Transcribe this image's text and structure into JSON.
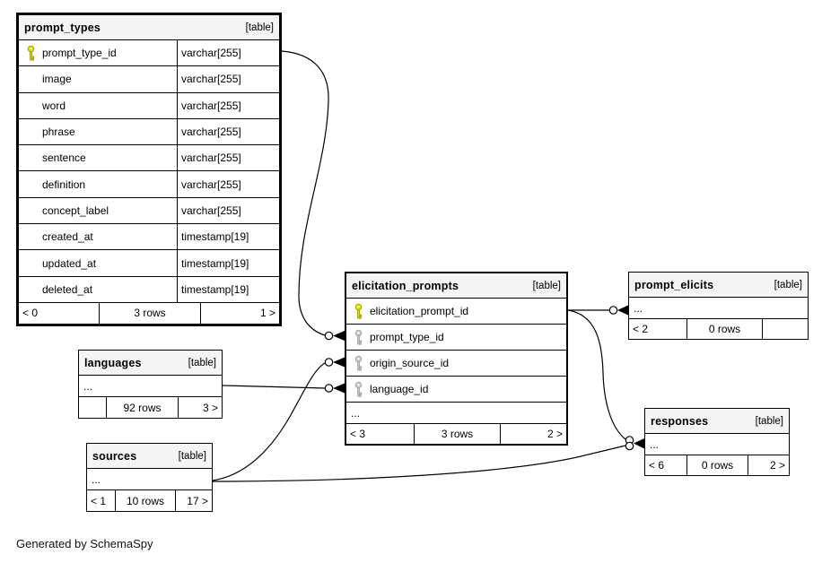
{
  "diagram": {
    "generated_by": "Generated by SchemaSpy"
  },
  "colors": {
    "primary_key": "#e3e000",
    "foreign_key": "#c9c9c9",
    "line": "#000000",
    "header_bg": "#f4f4f4"
  },
  "tables": {
    "prompt_types": {
      "name": "prompt_types",
      "tag": "[table]",
      "columns": [
        {
          "name": "prompt_type_id",
          "type": "varchar[255]",
          "key": "primary"
        },
        {
          "name": "image",
          "type": "varchar[255]",
          "key": null
        },
        {
          "name": "word",
          "type": "varchar[255]",
          "key": null
        },
        {
          "name": "phrase",
          "type": "varchar[255]",
          "key": null
        },
        {
          "name": "sentence",
          "type": "varchar[255]",
          "key": null
        },
        {
          "name": "definition",
          "type": "varchar[255]",
          "key": null
        },
        {
          "name": "concept_label",
          "type": "varchar[255]",
          "key": null
        },
        {
          "name": "created_at",
          "type": "timestamp[19]",
          "key": null
        },
        {
          "name": "updated_at",
          "type": "timestamp[19]",
          "key": null
        },
        {
          "name": "deleted_at",
          "type": "timestamp[19]",
          "key": null
        }
      ],
      "footer": {
        "left": "< 0",
        "center": "3 rows",
        "right": "1 >"
      }
    },
    "elicitation_prompts": {
      "name": "elicitation_prompts",
      "tag": "[table]",
      "columns": [
        {
          "name": "elicitation_prompt_id",
          "type": "",
          "key": "primary"
        },
        {
          "name": "prompt_type_id",
          "type": "",
          "key": "foreign"
        },
        {
          "name": "origin_source_id",
          "type": "",
          "key": "foreign"
        },
        {
          "name": "language_id",
          "type": "",
          "key": "foreign"
        }
      ],
      "ellipsis": "...",
      "footer": {
        "left": "< 3",
        "center": "3 rows",
        "right": "2 >"
      }
    },
    "prompt_elicits": {
      "name": "prompt_elicits",
      "tag": "[table]",
      "ellipsis": "...",
      "footer": {
        "left": "< 2",
        "center": "0 rows",
        "right": ""
      }
    },
    "languages": {
      "name": "languages",
      "tag": "[table]",
      "ellipsis": "...",
      "footer": {
        "left": "",
        "center": "92 rows",
        "right": "3 >"
      }
    },
    "sources": {
      "name": "sources",
      "tag": "[table]",
      "ellipsis": "...",
      "footer": {
        "left": "< 1",
        "center": "10 rows",
        "right": "17 >"
      }
    },
    "responses": {
      "name": "responses",
      "tag": "[table]",
      "ellipsis": "...",
      "footer": {
        "left": "< 6",
        "center": "0 rows",
        "right": "2 >"
      }
    }
  },
  "relationships": [
    {
      "from": "prompt_types.prompt_type_id",
      "to": "elicitation_prompts.prompt_type_id",
      "end_marker": "zero-or-many"
    },
    {
      "from": "languages",
      "to": "elicitation_prompts.language_id",
      "end_marker": "zero-or-many"
    },
    {
      "from": "sources",
      "to": "elicitation_prompts.origin_source_id",
      "end_marker": "zero-or-many"
    },
    {
      "from": "elicitation_prompts.elicitation_prompt_id",
      "to": "prompt_elicits",
      "end_marker": "zero-or-many"
    },
    {
      "from": "elicitation_prompts.elicitation_prompt_id",
      "to": "responses",
      "end_marker": "zero-or-many"
    },
    {
      "from": "sources",
      "to": "responses",
      "end_marker": "zero-or-many"
    }
  ]
}
